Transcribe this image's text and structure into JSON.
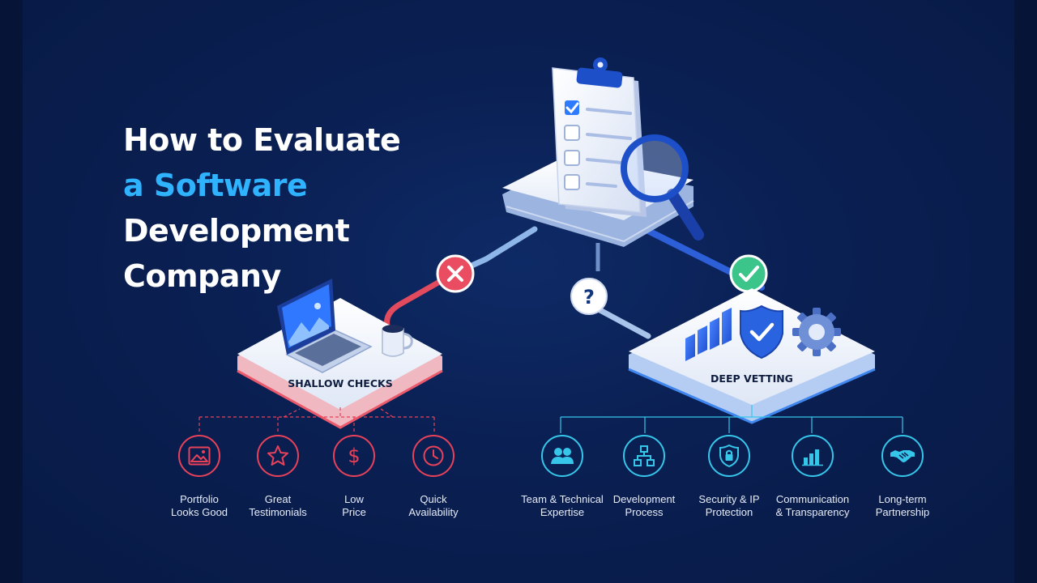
{
  "title": {
    "line1": "How to Evaluate",
    "line2": "a Software",
    "line3": "Development",
    "line4": "Company"
  },
  "branches": {
    "left": {
      "label": "SHALLOW CHECKS",
      "status_icon": "x-icon"
    },
    "middle": {
      "status_icon": "question-icon"
    },
    "right": {
      "label": "DEEP VETTING",
      "status_icon": "check-icon"
    }
  },
  "shallow_items": [
    {
      "icon": "image-icon",
      "label": "Portfolio\nLooks Good"
    },
    {
      "icon": "star-icon",
      "label": "Great\nTestimonials"
    },
    {
      "icon": "dollar-icon",
      "label": "Low\nPrice"
    },
    {
      "icon": "clock-icon",
      "label": "Quick\nAvailability"
    }
  ],
  "deep_items": [
    {
      "icon": "team-icon",
      "label": "Team & Technical\nExpertise"
    },
    {
      "icon": "hierarchy-icon",
      "label": "Development\nProcess"
    },
    {
      "icon": "shield-lock-icon",
      "label": "Security & IP\nProtection"
    },
    {
      "icon": "bar-chart-icon",
      "label": "Communication\n& Transparency"
    },
    {
      "icon": "handshake-icon",
      "label": "Long-term\nPartnership"
    }
  ],
  "colors": {
    "background": "#081a45",
    "accent": "#2fb3ff",
    "shallow": "#e8425a",
    "deep": "#36c6ea",
    "success": "#3cc58a"
  }
}
